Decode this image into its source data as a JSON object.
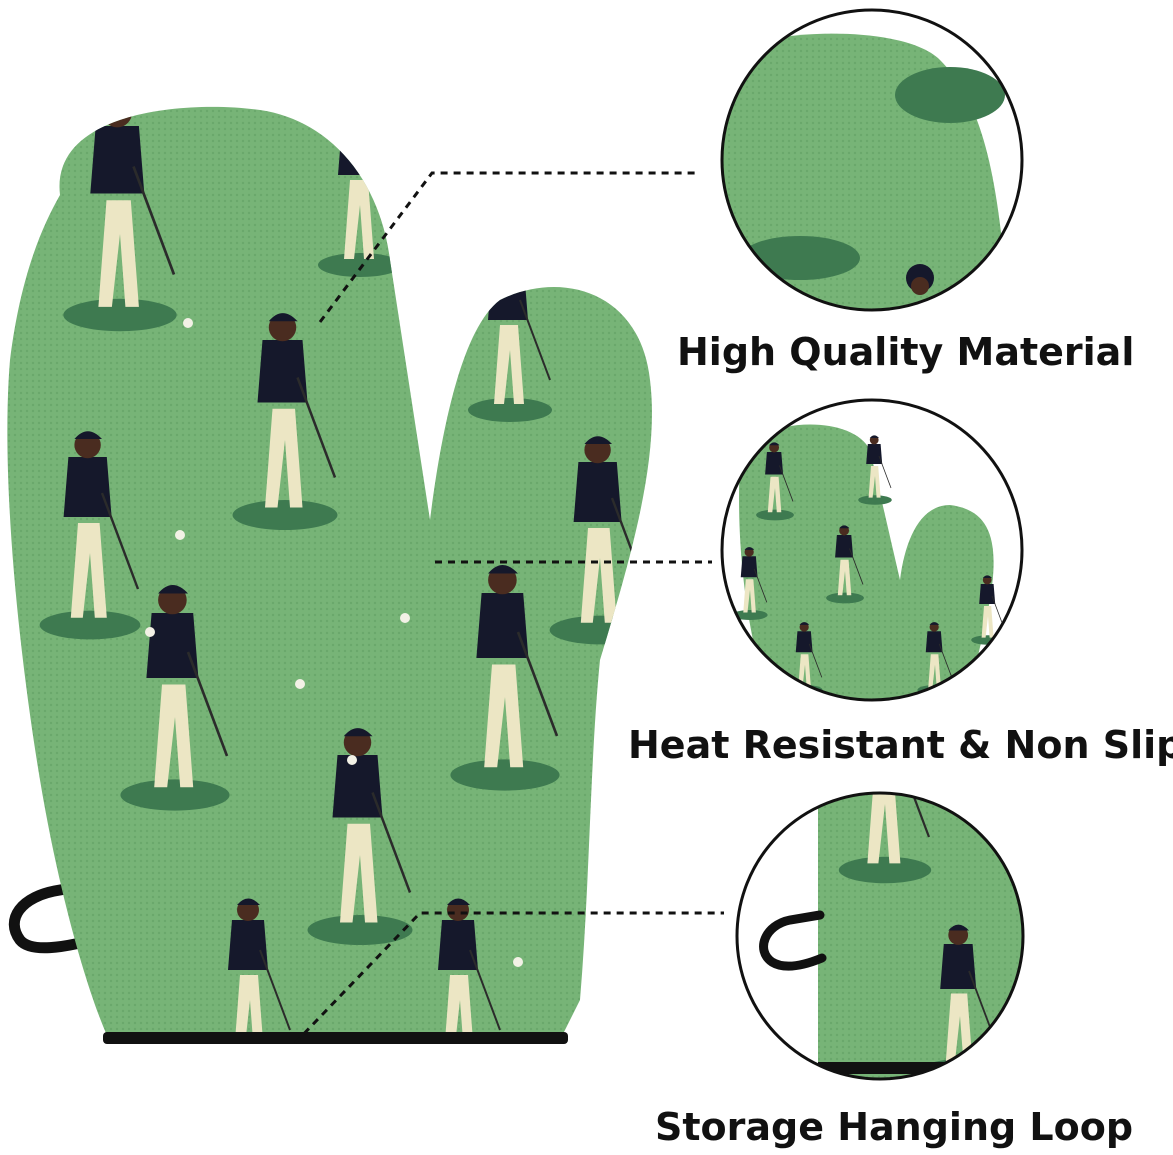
{
  "features": [
    {
      "label": "High Quality Material"
    },
    {
      "label": "Heat Resistant & Non Slip"
    },
    {
      "label": "Storage Hanging Loop"
    }
  ],
  "colors": {
    "glove_green": "#77b477",
    "shadow_green": "#3e7a50",
    "shirt_navy": "#15182b",
    "pants_cream": "#ece6c4",
    "skin_brown": "#4a2c20",
    "accent_lime": "#9bd45a",
    "loop_black": "#111111",
    "outline": "#111111"
  },
  "icons": [
    "oven-mitt-icon",
    "golfer-pattern",
    "hanging-loop-icon"
  ]
}
